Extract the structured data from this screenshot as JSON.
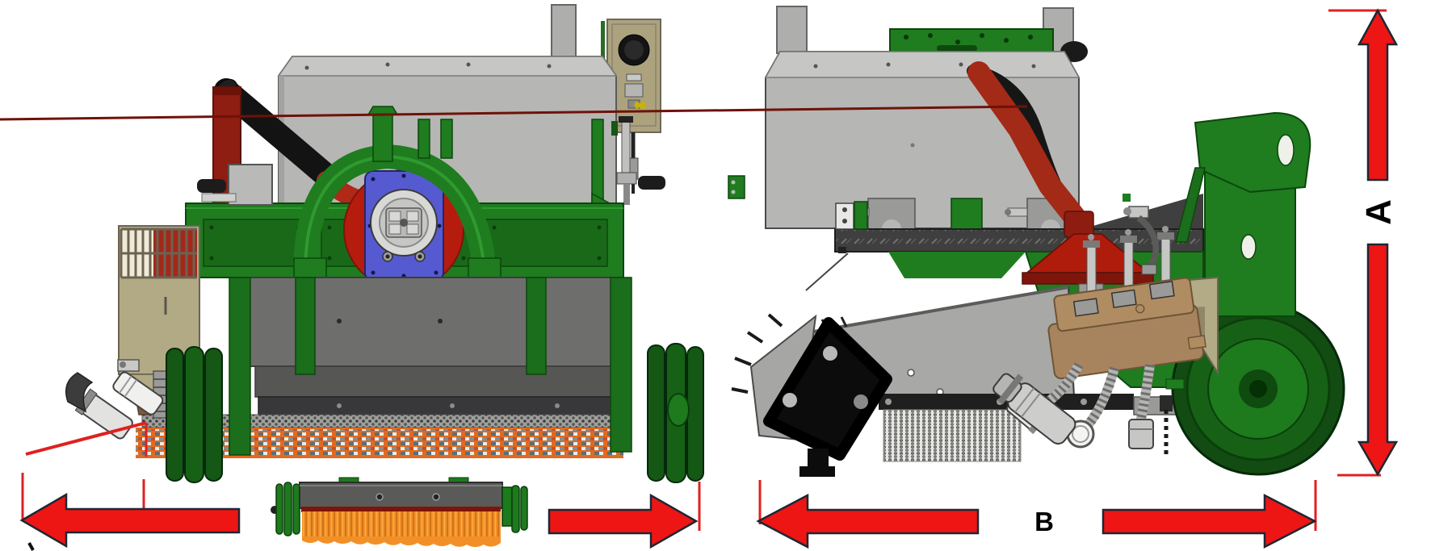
{
  "figure": {
    "description": "Two CAD renderings of a tow-behind turf sweeper: front view (left) and side view (right) with red dimension arrows",
    "background": "#ffffff"
  },
  "dimensions": {
    "height_label": "A",
    "length_label": "B",
    "front_width_label": ""
  },
  "annotations": {
    "height": {
      "label": "A",
      "orientation": "vertical",
      "side": "right"
    },
    "length": {
      "label": "B",
      "orientation": "horizontal",
      "side": "bottom-right"
    },
    "front_width": {
      "label": "",
      "orientation": "horizontal",
      "side": "bottom-left"
    }
  },
  "colors": {
    "dimension_red": "#ee1515",
    "arrow_outline": "#1d2733",
    "extension_red": "#e02020",
    "label_black": "#000000",
    "machine_green": "#1f7c1f",
    "hopper_gray": "#b6b6b4",
    "brush_orange": "#f09027",
    "duct_red": "#8e1e12",
    "plate_blue": "#565ad0",
    "panel_tan": "#b2aa84",
    "manifold_brown": "#a8845e"
  }
}
